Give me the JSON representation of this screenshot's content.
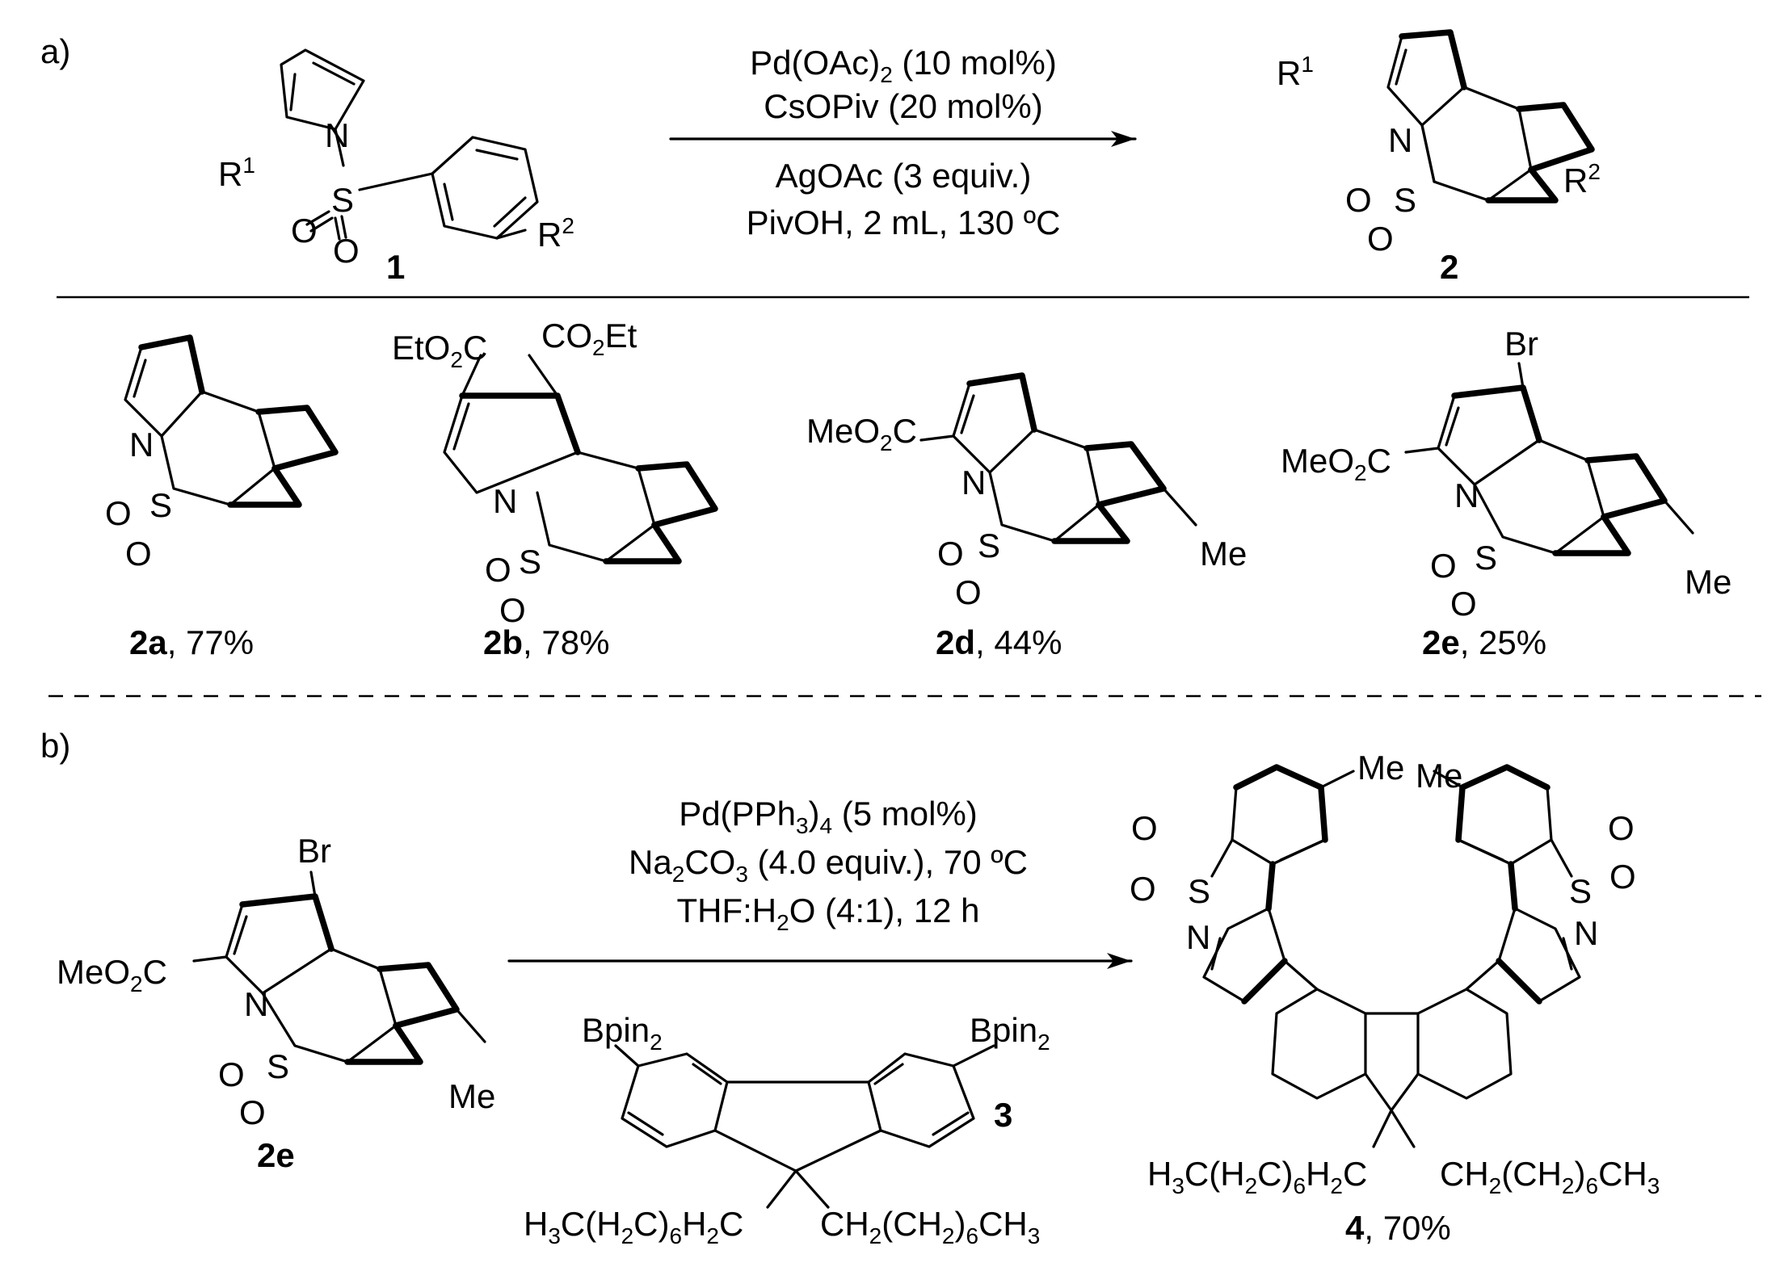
{
  "panels": {
    "a": "a)",
    "b": "b)"
  },
  "scheme_a": {
    "reactant_label": "1",
    "product_label": "2",
    "substituents": {
      "r1": "R",
      "r1_sup": "1",
      "r2": "R",
      "r2_sup": "2"
    },
    "atoms": {
      "n": "N",
      "s": "S",
      "o": "O"
    },
    "conditions": [
      {
        "pre": "Pd(OAc)",
        "sub": "2",
        "post": " (10 mol%)"
      },
      {
        "pre": "CsOPiv (20 mol%)",
        "sub": "",
        "post": ""
      },
      {
        "pre": "AgOAc (3 equiv.)",
        "sub": "",
        "post": ""
      },
      {
        "pre": "PivOH, 2 mL, 130 ºC",
        "sub": "",
        "post": ""
      }
    ],
    "examples": [
      {
        "id": "2a",
        "yield": ", 77%"
      },
      {
        "id": "2b",
        "yield": ", 78%"
      },
      {
        "id": "2d",
        "yield": ", 44%"
      },
      {
        "id": "2e",
        "yield": ", 25%"
      }
    ],
    "groups": {
      "eto2c_a": "EtO",
      "eto2c_b": "2",
      "eto2c_c": "C",
      "co2et_a": "CO",
      "co2et_b": "2",
      "co2et_c": "Et",
      "meo2c_a": "MeO",
      "meo2c_b": "2",
      "meo2c_c": "C",
      "me": "Me",
      "br": "Br"
    }
  },
  "scheme_b": {
    "start_label": "2e",
    "reagent_label": "3",
    "product_label": "4",
    "product_yield": ", 70%",
    "conditions": [
      {
        "pre": "Pd(PPh",
        "sub": "3",
        "post": ")",
        "sub2": "4",
        "post2": " (5 mol%)"
      },
      {
        "pre": "Na",
        "sub": "2",
        "post": "CO",
        "sub2": "3",
        "post2": " (4.0 equiv.), 70 ºC"
      },
      {
        "pre": "THF:H",
        "sub": "2",
        "post": "O (4:1), 12 h",
        "sub2": "",
        "post2": ""
      }
    ],
    "bpin": {
      "a": "Bpin",
      "b": "2"
    },
    "alkyl_left": {
      "a": "H",
      "b": "3",
      "c": "C(H",
      "d": "2",
      "e": "C)",
      "f": "6",
      "g": "H",
      "h": "2",
      "i": "C"
    },
    "alkyl_right": {
      "a": "CH",
      "b": "2",
      "c": "(CH",
      "d": "2",
      "e": ")",
      "f": "6",
      "g": "CH",
      "h": "3"
    }
  }
}
